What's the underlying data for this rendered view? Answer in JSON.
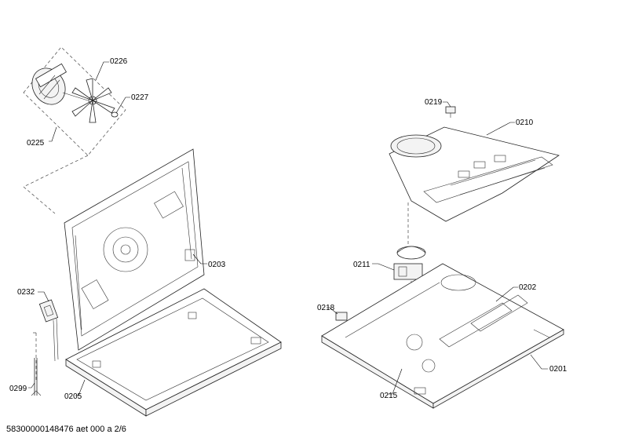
{
  "callouts": [
    {
      "id": "0226",
      "text": "0226"
    },
    {
      "id": "0227",
      "text": "0227"
    },
    {
      "id": "0225",
      "text": "0225"
    },
    {
      "id": "0219",
      "text": "0219"
    },
    {
      "id": "0210",
      "text": "0210"
    },
    {
      "id": "0203",
      "text": "0203"
    },
    {
      "id": "0211",
      "text": "0211"
    },
    {
      "id": "0232",
      "text": "0232"
    },
    {
      "id": "0202",
      "text": "0202"
    },
    {
      "id": "0218",
      "text": "0218"
    },
    {
      "id": "0201",
      "text": "0201"
    },
    {
      "id": "0299",
      "text": "0299"
    },
    {
      "id": "0205",
      "text": "0205"
    },
    {
      "id": "0215",
      "text": "0215"
    }
  ],
  "footer": {
    "document_code": "58300000148476 aet 000 a 2/6"
  }
}
